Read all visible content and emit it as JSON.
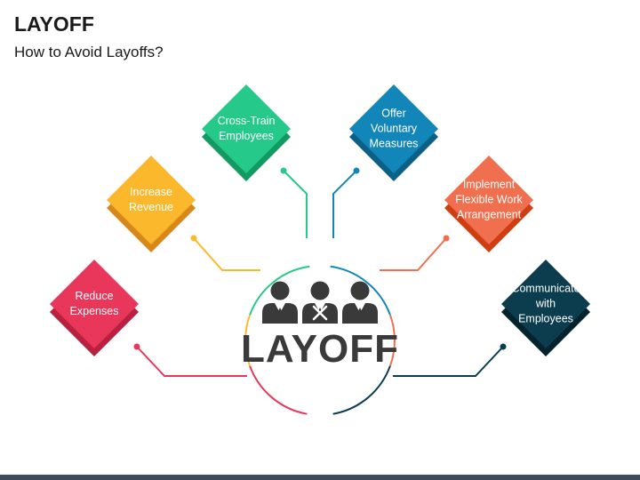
{
  "header": {
    "title": "LAYOFF",
    "subtitle": "How to Avoid Layoffs?"
  },
  "center": {
    "label": "LAYOFF",
    "icon": "people-group-icon"
  },
  "nodes": [
    {
      "id": "reduce-expenses",
      "label": "Reduce\nExpenses",
      "color": "#e8375a",
      "shadow": "#b8203d"
    },
    {
      "id": "increase-revenue",
      "label": "Increase\nRevenue",
      "color": "#fbb82d",
      "shadow": "#d8881a"
    },
    {
      "id": "cross-train-employees",
      "label": "Cross-Train\nEmployees",
      "color": "#25c98a",
      "shadow": "#139a62"
    },
    {
      "id": "offer-voluntary-measures",
      "label": "Offer\nVoluntary\nMeasures",
      "color": "#1286b8",
      "shadow": "#0c5f86"
    },
    {
      "id": "implement-flexible-work-arrangement",
      "label": "Implement\nFlexible Work\nArrangement",
      "color": "#ef6f4f",
      "shadow": "#cf3d12"
    },
    {
      "id": "communicate-with-employees",
      "label": "Communicate\nwith\nEmployees",
      "color": "#0b3d4f",
      "shadow": "#03222c"
    }
  ],
  "colors": {
    "bottom_bar": "#3d4b5c",
    "text_dark": "#3a3a3a"
  }
}
